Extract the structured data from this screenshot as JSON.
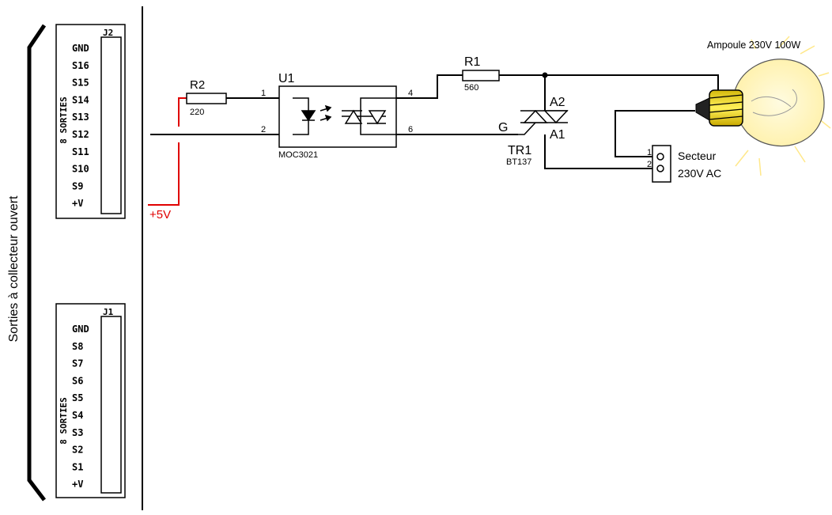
{
  "side_label": "Sorties à collecteur ouvert",
  "connectors": {
    "j2": {
      "ref": "J2",
      "group_label": "8 SORTIES",
      "pins": [
        "GND",
        "S16",
        "S15",
        "S14",
        "S13",
        "S12",
        "S11",
        "S10",
        "S9",
        "+V"
      ]
    },
    "j1": {
      "ref": "J1",
      "group_label": "8 SORTIES",
      "pins": [
        "GND",
        "S8",
        "S7",
        "S6",
        "S5",
        "S4",
        "S3",
        "S2",
        "S1",
        "+V"
      ]
    }
  },
  "supply_label": "+5V",
  "r2": {
    "ref": "R2",
    "value": "220"
  },
  "u1": {
    "ref": "U1",
    "part": "MOC3021",
    "pin1": "1",
    "pin2": "2",
    "pin4": "4",
    "pin6": "6"
  },
  "r1": {
    "ref": "R1",
    "value": "560"
  },
  "tr1": {
    "ref": "TR1",
    "part": "BT137",
    "gate": "G",
    "a1": "A1",
    "a2": "A2"
  },
  "mains": {
    "label": "Secteur",
    "voltage": "230V AC",
    "pin1": "1",
    "pin2": "2"
  },
  "lamp": {
    "label": "Ampoule 230V 100W"
  },
  "colors": {
    "wire": "#000000",
    "supply_wire": "#e00000",
    "lamp_glow": "#fff7c4",
    "lamp_base": "#f2dc1a"
  }
}
